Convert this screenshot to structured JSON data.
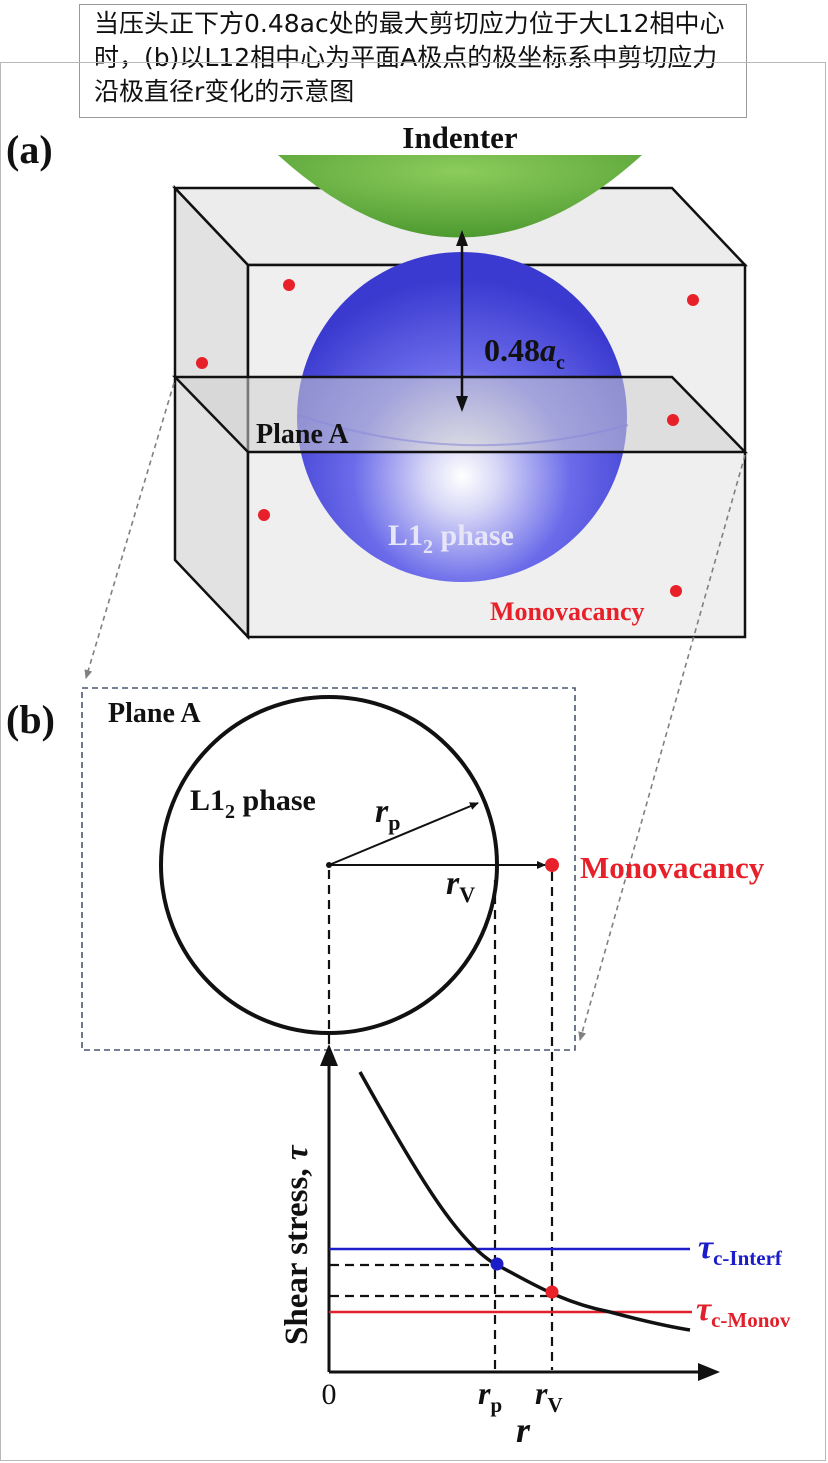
{
  "caption": "当压头正下方0.48ac处的最大剪切应力位于大L12相中心时，(b)以L12相中心为平面A极点的极坐标系中剪切应力沿极直径r变化的示意图",
  "panel_a": {
    "label": "(a)",
    "indenter": "Indenter",
    "distance_value": "0.48",
    "distance_symbol": "a",
    "distance_sub": "c",
    "plane": "Plane A",
    "phase_main": "L1",
    "phase_sub": "2",
    "phase_tail": " phase",
    "defect": "Monovacancy"
  },
  "panel_b": {
    "label": "(b)",
    "plane": "Plane A",
    "phase_main": "L1",
    "phase_sub": "2",
    "phase_tail": " phase",
    "rp_main": "r",
    "rp_sub": "p",
    "rv_main": "r",
    "rv_sub": "V",
    "defect": "Monovacancy"
  },
  "graph": {
    "ylabel_text": "Shear stress, ",
    "ylabel_symbol": "τ",
    "xlabel": "r",
    "origin": "0",
    "tick_rp_main": "r",
    "tick_rp_sub": "p",
    "tick_rv_main": "r",
    "tick_rv_sub": "V",
    "tau_interf_symbol": "τ",
    "tau_interf_sub": "c-Interf",
    "tau_monov_symbol": "τ",
    "tau_monov_sub": "c-Monov"
  },
  "colors": {
    "indenter": "#5fa83c",
    "phase": "#5a5ae6",
    "vacancy": "#e8202a",
    "interf_line": "#1c1cc8",
    "monov_line": "#e0202a",
    "box_face": "#e9e9e9",
    "plane_face": "#c9c9c9"
  }
}
